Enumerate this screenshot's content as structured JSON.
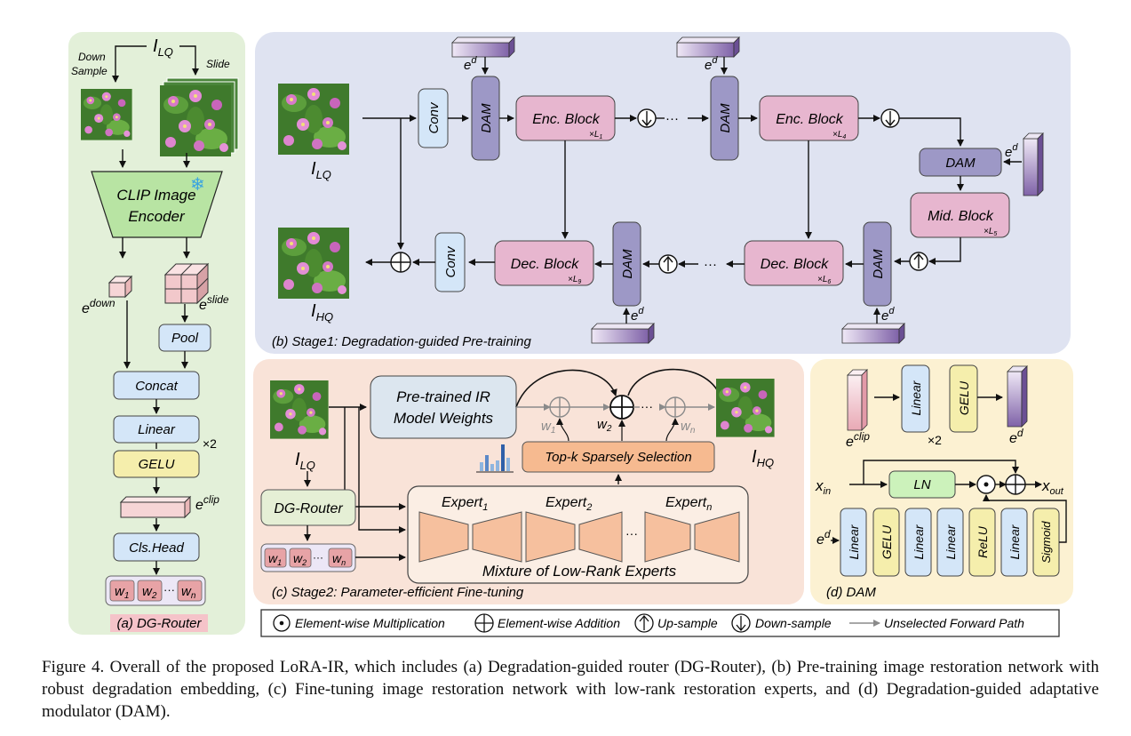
{
  "panel_a": {
    "title": "(a) DG-Router",
    "input": "I",
    "input_sub": "LQ",
    "down_sample": [
      "Down",
      "Sample"
    ],
    "slide": "Slide",
    "clip_encoder": [
      "CLIP Image",
      "Encoder"
    ],
    "e_down": "e",
    "e_down_sup": "down",
    "e_slide": "e",
    "e_slide_sup": "slide",
    "pool": "Pool",
    "concat": "Concat",
    "linear": "Linear",
    "gelu": "GELU",
    "times2": "×2",
    "e_clip": "e",
    "e_clip_sup": "clip",
    "cls_head": "Cls.Head",
    "w1": "w",
    "w1_sub": "1",
    "w2": "w",
    "w2_sub": "2",
    "wn": "w",
    "wn_sub": "n",
    "dots": "···"
  },
  "panel_b": {
    "title": "(b) Stage1: Degradation-guided Pre-training",
    "i_lq": "I",
    "i_lq_sub": "LQ",
    "i_hq": "I",
    "i_hq_sub": "HQ",
    "conv": "Conv",
    "dam": "DAM",
    "ed": "e",
    "ed_sup": "d",
    "enc_block": "Enc. Block",
    "mid_block": "Mid. Block",
    "dec_block": "Dec. Block",
    "x": "×",
    "L1": "L",
    "L1_sub": "1",
    "L4": "L",
    "L4_sub": "4",
    "L5": "L",
    "L5_sub": "5",
    "L6": "L",
    "L6_sub": "6",
    "L9": "L",
    "L9_sub": "9",
    "dots": "···"
  },
  "panel_c": {
    "title": "(c) Stage2: Parameter-efficient Fine-tuning",
    "i_lq": "I",
    "i_lq_sub": "LQ",
    "i_hq": "I",
    "i_hq_sub": "HQ",
    "pretrained": [
      "Pre-trained IR",
      "Model Weights"
    ],
    "topk": "Top-k  Sparsely Selection",
    "dg_router": "DG-Router",
    "expert": "Expert",
    "e1_sub": "1",
    "e2_sub": "2",
    "en_sub": "n",
    "mixture": "Mixture of Low-Rank Experts",
    "w": "w",
    "w1_sub": "1",
    "w2_sub": "2",
    "wn_sub": "n",
    "dots": "···"
  },
  "panel_d": {
    "title": "(d) DAM",
    "e_clip": "e",
    "e_clip_sup": "clip",
    "linear": "Linear",
    "gelu": "GELU",
    "relu": "ReLU",
    "sigmoid": "Sigmoid",
    "times2": "×2",
    "ed": "e",
    "ed_sup": "d",
    "ln": "LN",
    "x_in": "x",
    "x_in_sub": "in",
    "x_out": "x",
    "x_out_sub": "out"
  },
  "legend": {
    "mult": "Element-wise Multiplication",
    "add": "Element-wise Addition",
    "up": "Up-sample",
    "down": "Down-sample",
    "unselected": "Unselected Forward Path"
  },
  "caption": "Figure 4. Overall of the proposed LoRA-IR, which includes (a) Degradation-guided router (DG-Router), (b) Pre-training image restoration network with robust degradation embedding, (c) Fine-tuning image restoration network with low-rank restoration experts, and (d) Degradation-guided adaptative modulator (DAM).",
  "colors": {
    "panel_a_bg": "#e3f0d9",
    "panel_b_bg": "#dfe3f1",
    "panel_c_bg": "#f9e3d8",
    "panel_d_bg": "#fcf1d2",
    "blue_box": "#d4e6f8",
    "purple_box": "#9d98c6",
    "pink_box": "#e7b6cf",
    "yellow_box": "#f5eeac",
    "orange_box": "#f6ba90",
    "green_box": "#e5efd5"
  }
}
